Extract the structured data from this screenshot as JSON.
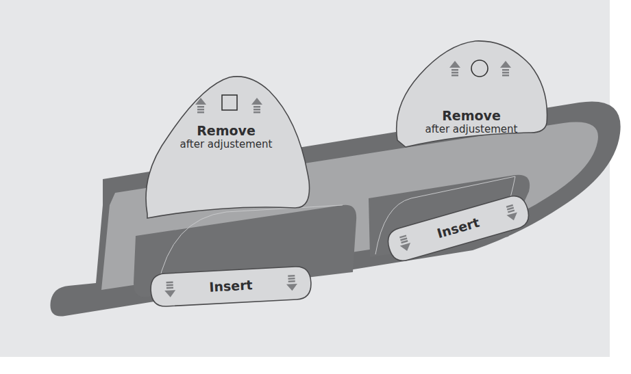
{
  "diagram": {
    "nodes": [
      {
        "text": [
          "Remove",
          "after adjustement"
        ]
      },
      {
        "text": [
          "Remove",
          "after adjustement"
        ]
      },
      {
        "text": [
          "Insert"
        ]
      },
      {
        "text": [
          "Insert"
        ]
      }
    ]
  }
}
